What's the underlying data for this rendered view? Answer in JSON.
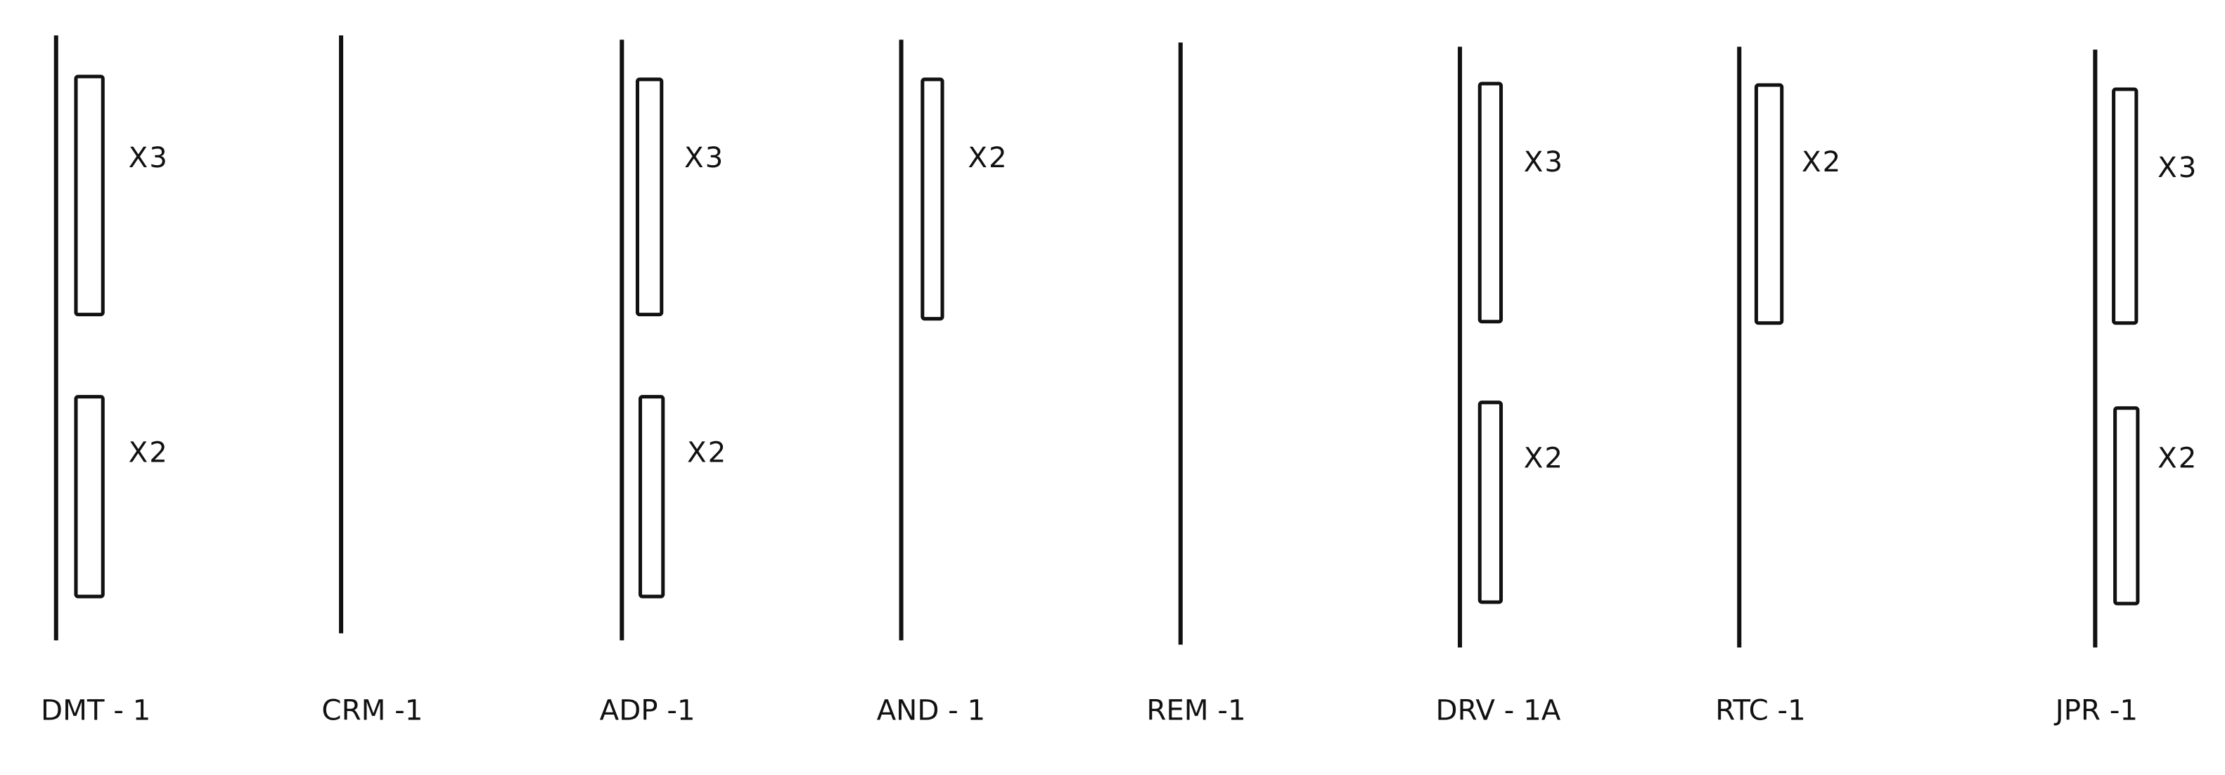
{
  "modules": [
    {
      "name": "DMT - 1",
      "connectors": [
        "X3",
        "X2"
      ]
    },
    {
      "name": "CRM -1",
      "connectors": []
    },
    {
      "name": "ADP -1",
      "connectors": [
        "X3",
        "X2"
      ]
    },
    {
      "name": "AND - 1",
      "connectors": [
        "X2"
      ]
    },
    {
      "name": "REM -1",
      "connectors": []
    },
    {
      "name": "DRV - 1A",
      "connectors": [
        "X3",
        "X2"
      ]
    },
    {
      "name": "RTC -1",
      "connectors": [
        "X2"
      ]
    },
    {
      "name": "JPR -1",
      "connectors": [
        "X3",
        "X2"
      ]
    }
  ]
}
